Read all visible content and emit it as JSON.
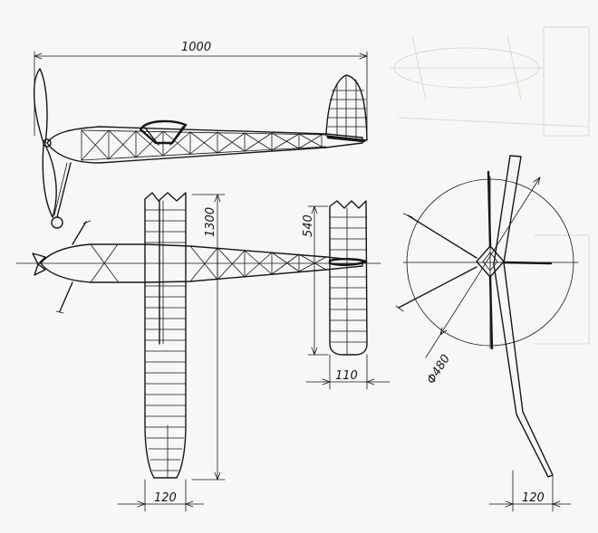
{
  "drawing": {
    "dimensions": {
      "fuselage_length": "1000",
      "wing_span": "1300",
      "stabilizer_span": "540",
      "stabilizer_chord": "110",
      "wing_chord": "120",
      "propeller_diameter": "Φ480",
      "dihedral_offset": "120"
    }
  }
}
